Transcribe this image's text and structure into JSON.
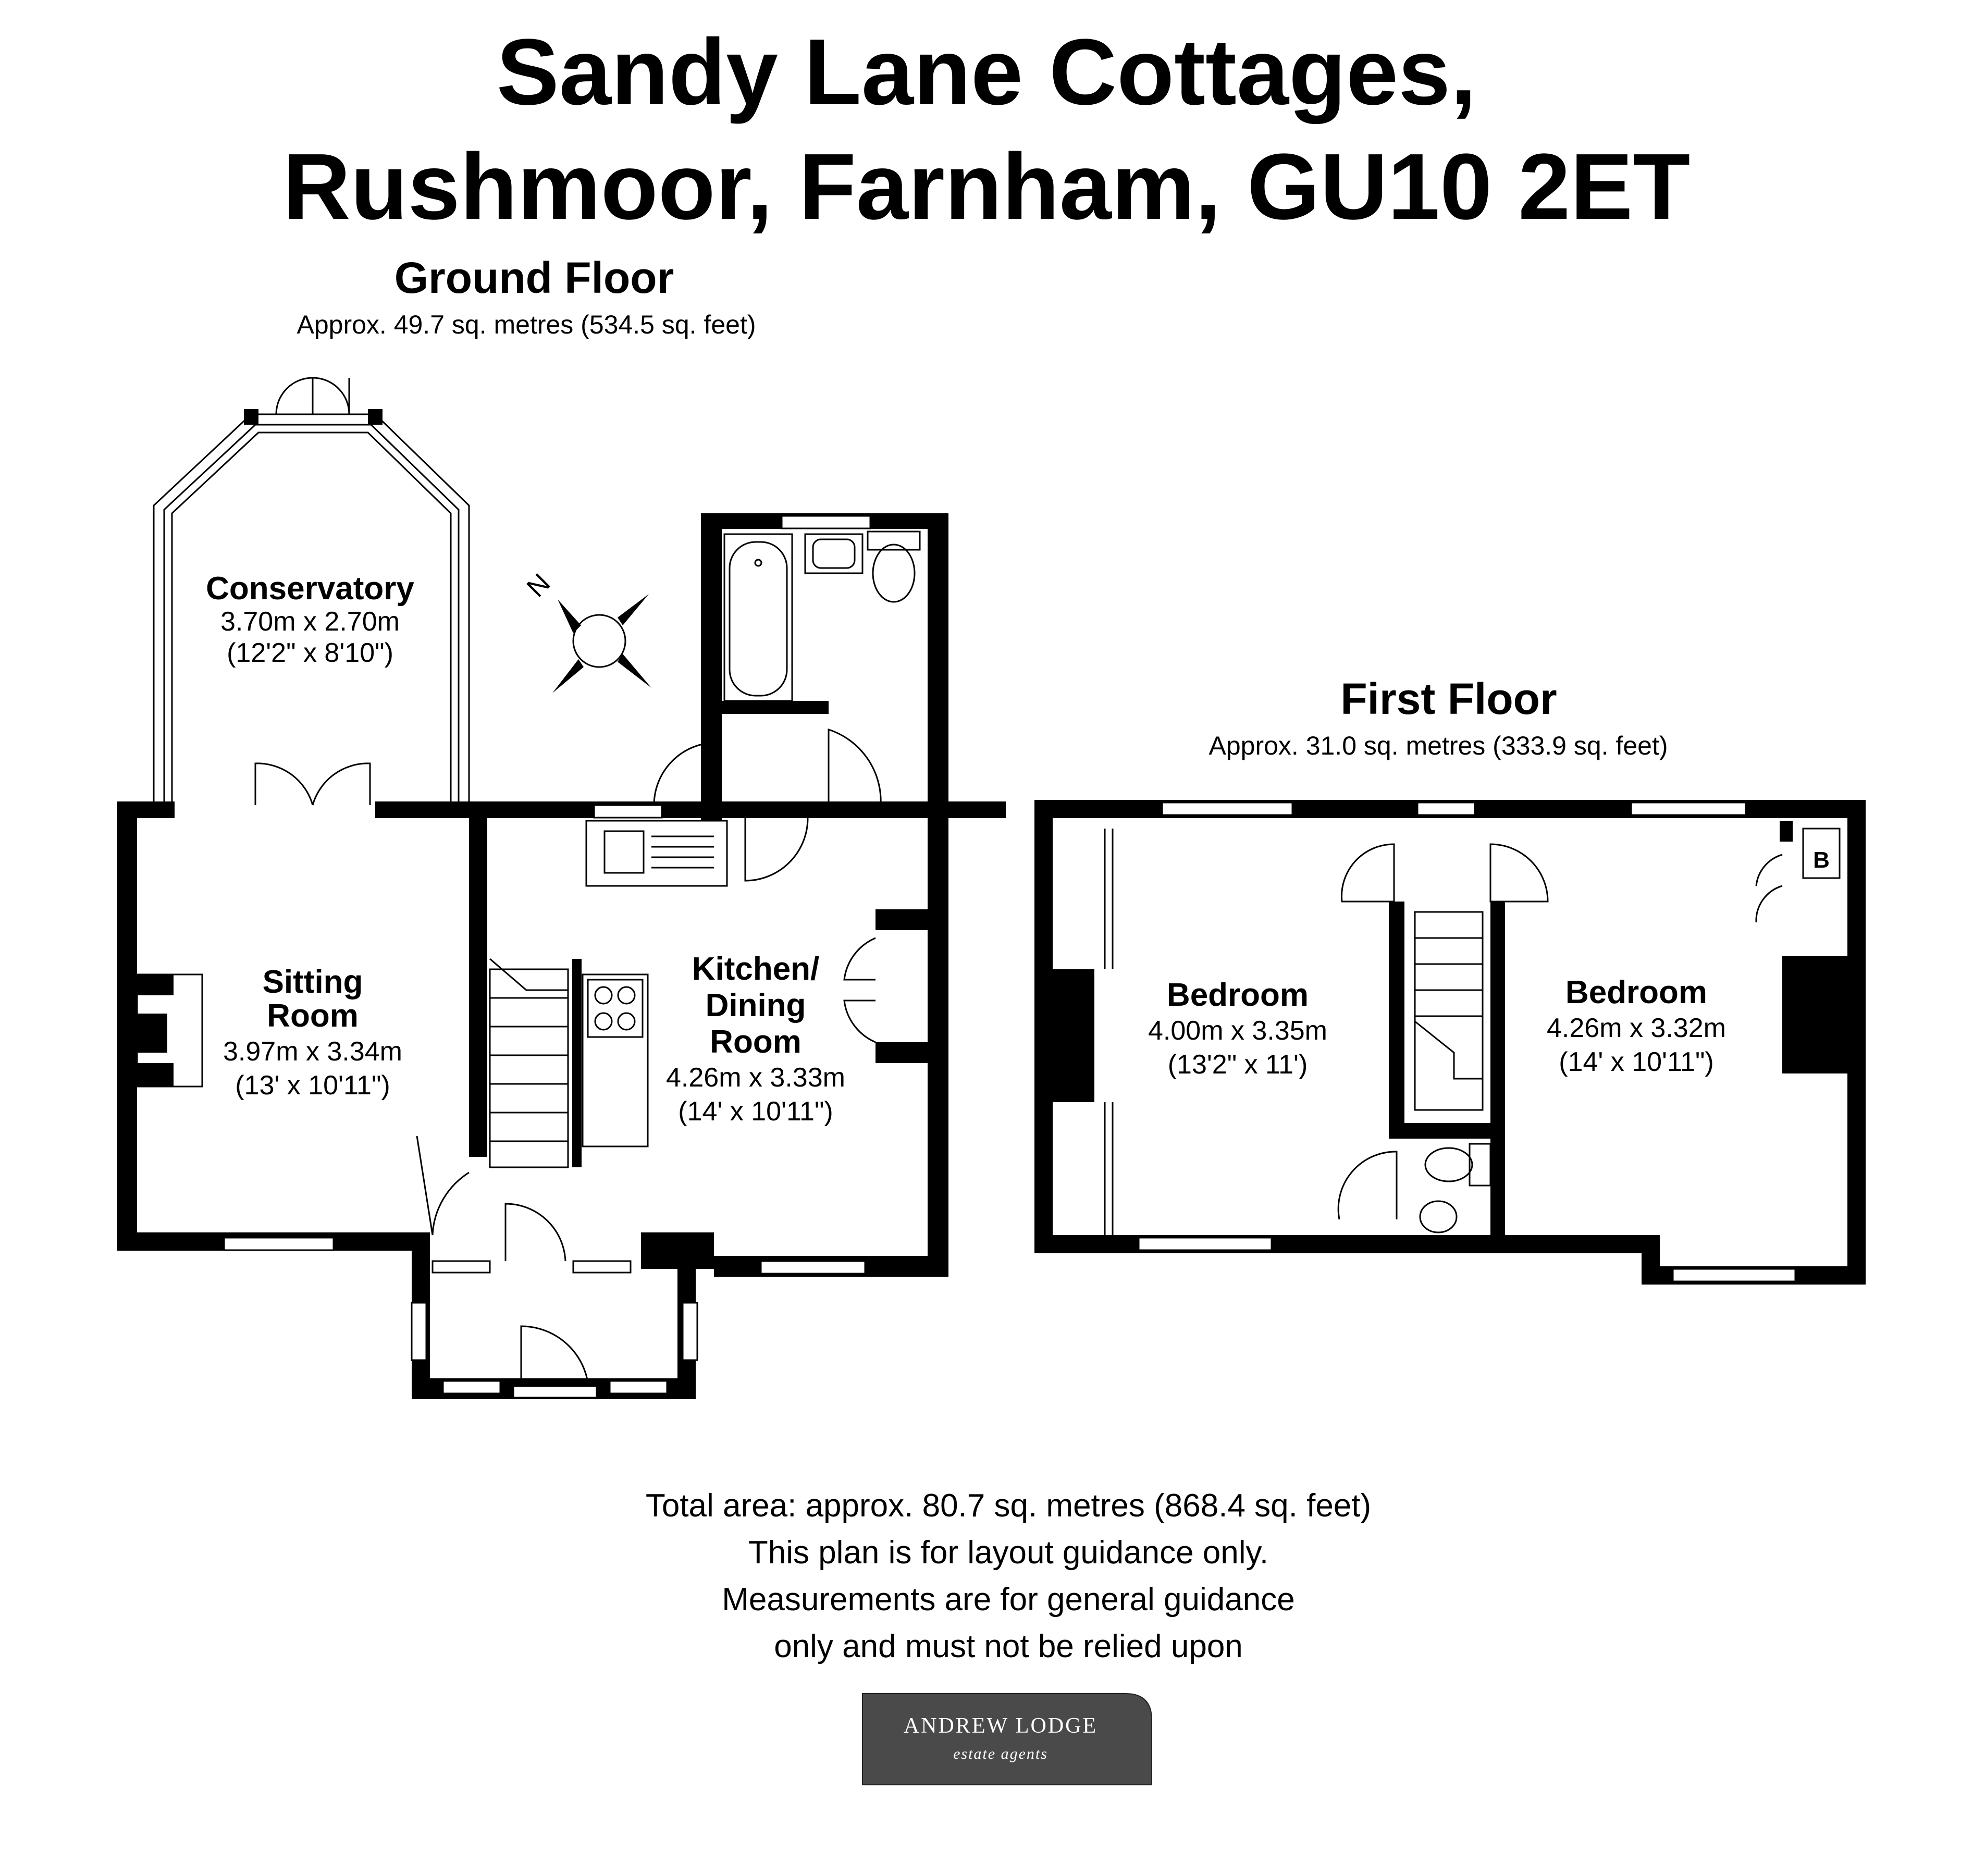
{
  "title": {
    "line1": "Sandy Lane Cottages,",
    "line2": "Rushmoor, Farnham, GU10 2ET"
  },
  "ground_floor": {
    "heading": "Ground Floor",
    "area": "Approx. 49.7 sq. metres (534.5 sq. feet)",
    "rooms": {
      "conservatory": {
        "name": "Conservatory",
        "metric": "3.70m x 2.70m",
        "imperial": "(12'2\" x 8'10\")"
      },
      "sitting_room": {
        "name_line1": "Sitting",
        "name_line2": "Room",
        "metric": "3.97m x 3.34m",
        "imperial": "(13' x 10'11\")"
      },
      "kitchen": {
        "name_line1": "Kitchen/",
        "name_line2": "Dining",
        "name_line3": "Room",
        "metric": "4.26m x 3.33m",
        "imperial": "(14' x 10'11\")"
      }
    },
    "compass_label": "N"
  },
  "first_floor": {
    "heading": "First Floor",
    "area": "Approx. 31.0 sq. metres (333.9 sq. feet)",
    "rooms": {
      "bedroom_left": {
        "name": "Bedroom",
        "metric": "4.00m x 3.35m",
        "imperial": "(13'2\" x 11')"
      },
      "bedroom_right": {
        "name": "Bedroom",
        "metric": "4.26m x 3.32m",
        "imperial": "(14' x 10'11\")"
      }
    },
    "boiler_label": "B"
  },
  "footer": {
    "line1": "Total area: approx. 80.7 sq. metres (868.4 sq. feet)",
    "line2": "This plan is for layout guidance only.",
    "line3": "Measurements are for general guidance",
    "line4": "only and must not be relied upon"
  },
  "logo": {
    "name": "ANDREW LODGE",
    "tagline": "estate agents"
  },
  "colors": {
    "wall": "#000000",
    "background": "#ffffff",
    "logo_background": "#4a4a4a"
  }
}
